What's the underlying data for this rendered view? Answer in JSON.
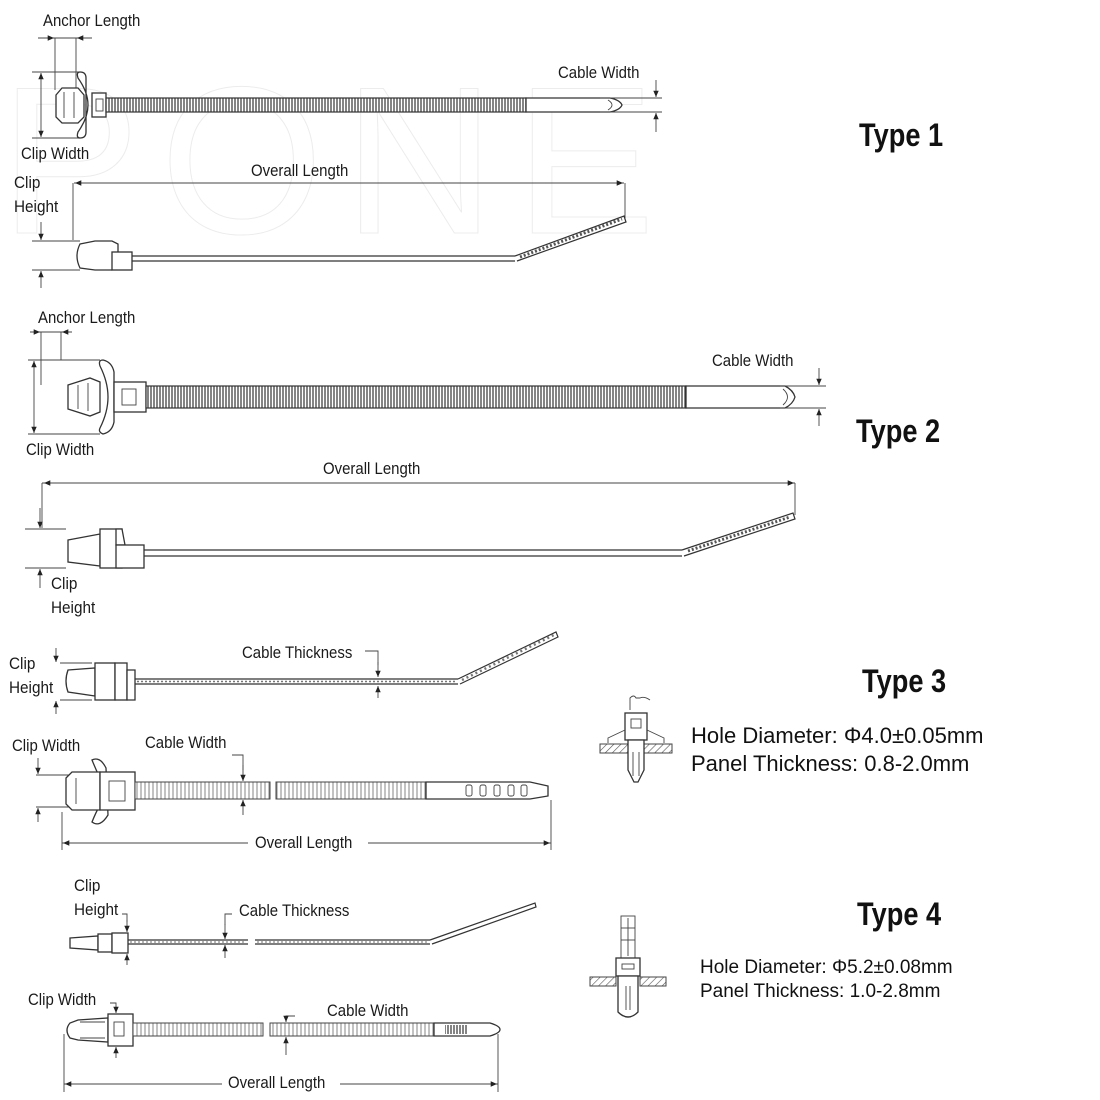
{
  "watermark": "PONE",
  "types": [
    {
      "title": "Type 1",
      "labels": {
        "anchor_length": "Anchor Length",
        "cable_width": "Cable Width",
        "clip_width": "Clip Width",
        "overall_length": "Overall Length",
        "clip_height": "Clip\nHeight"
      }
    },
    {
      "title": "Type 2",
      "labels": {
        "anchor_length": "Anchor Length",
        "cable_width": "Cable Width",
        "clip_width": "Clip Width",
        "overall_length": "Overall Length",
        "clip_height": "Clip\nHeight"
      }
    },
    {
      "title": "Type 3",
      "labels": {
        "clip_height": "Clip\nHeight",
        "cable_thickness": "Cable Thickness",
        "clip_width": "Clip Width",
        "cable_width": "Cable Width",
        "overall_length": "Overall Length"
      },
      "specs": {
        "hole_diameter": "Hole Diameter: Φ4.0±0.05mm",
        "panel_thickness": "Panel Thickness: 0.8-2.0mm"
      }
    },
    {
      "title": "Type 4",
      "labels": {
        "clip_height": "Clip\nHeight",
        "cable_thickness": "Cable Thickness",
        "clip_width": "Clip Width",
        "cable_width": "Cable Width",
        "overall_length": "Overall Length"
      },
      "specs": {
        "hole_diameter": "Hole Diameter: Φ5.2±0.08mm",
        "panel_thickness": "Panel Thickness: 1.0-2.8mm"
      }
    }
  ]
}
